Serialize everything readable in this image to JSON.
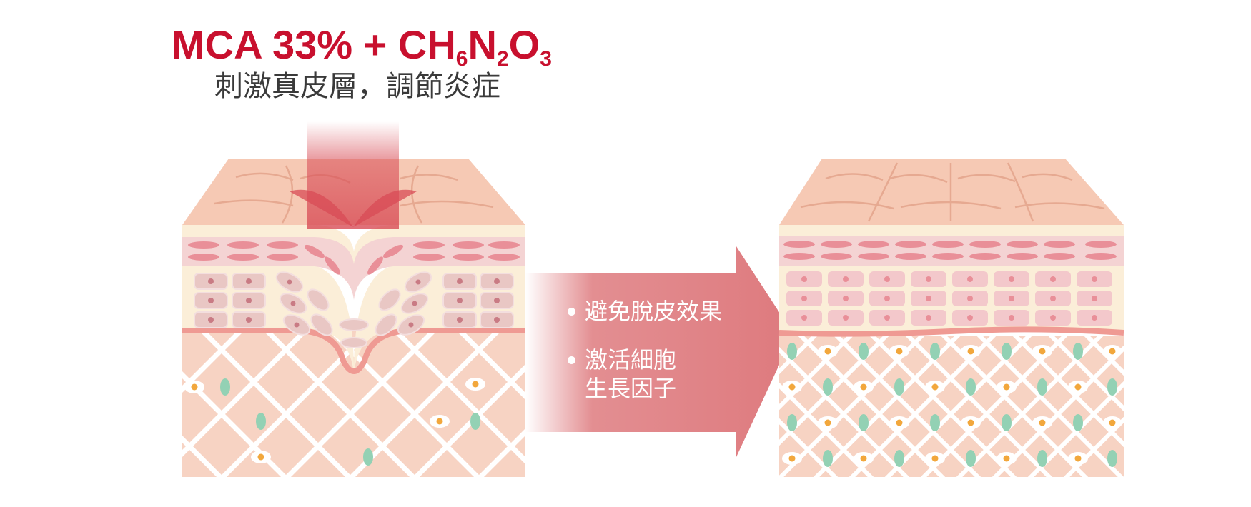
{
  "headline": {
    "formula_main": "MCA 33% + CH",
    "sub_6": "6",
    "formula_n": "N",
    "sub_2": "2",
    "formula_o": "O",
    "sub_3": "3",
    "subtitle": "刺激真皮層，調節炎症"
  },
  "benefits": [
    {
      "line1": "避免脫皮效果",
      "line2": ""
    },
    {
      "line1": "激活細胞",
      "line2": "生長因子"
    }
  ],
  "colors": {
    "formula_red": "#c8102e",
    "arrow_red": "#de7a7e",
    "skin_surface": "#f6c9b4",
    "dermis": "#f7d3c3",
    "epidermis_cream": "#fbeed8",
    "pink_band": "#f4d3d3",
    "fibroblast_green": "#93d1b4",
    "nucleus_orange": "#f2a73c"
  }
}
